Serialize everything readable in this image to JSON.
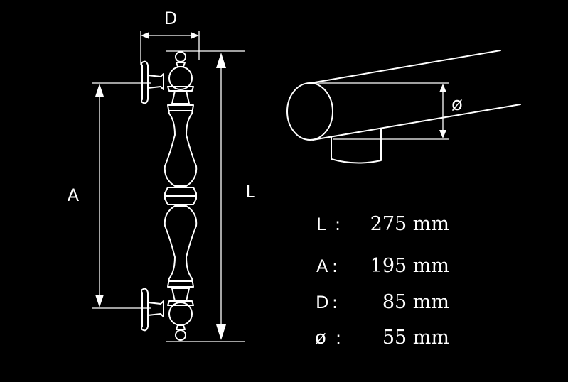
{
  "dimension_labels": {
    "depth": "D",
    "length": "L",
    "centers": "A",
    "diameter": "ø"
  },
  "specs": [
    {
      "label": "L",
      "separator": ":",
      "value": "275 mm"
    },
    {
      "label": "A",
      "separator": ":",
      "value": "195 mm"
    },
    {
      "label": "D",
      "separator": ":",
      "value": "85 mm"
    },
    {
      "label": "ø",
      "separator": ":",
      "value": "55 mm"
    }
  ],
  "colors": {
    "background": "#000000",
    "line": "#ffffff"
  }
}
